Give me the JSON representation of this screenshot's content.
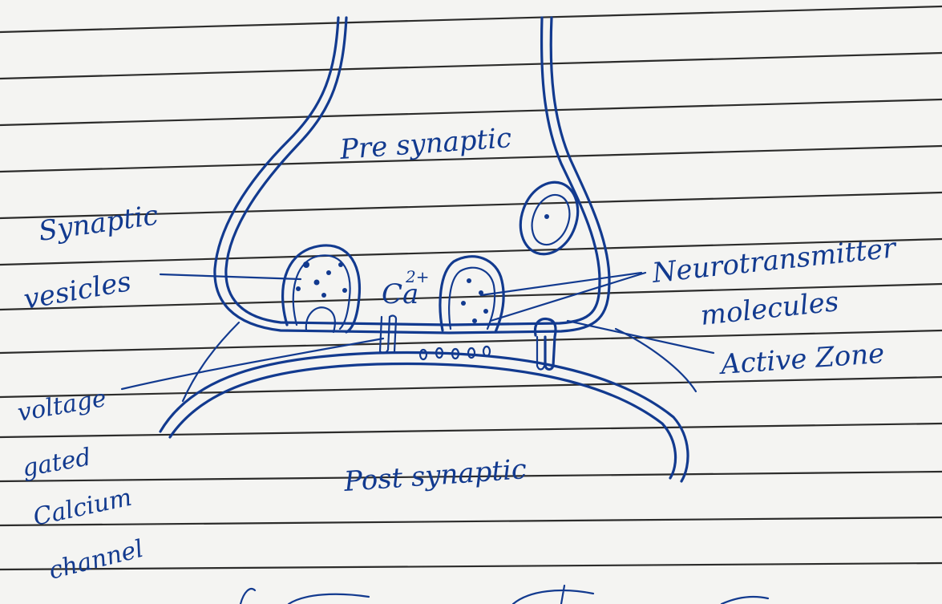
{
  "diagram": {
    "labels": {
      "presynaptic": "Pre synaptic",
      "postsynaptic": "Post synaptic",
      "synaptic_vesicles_line1": "Synaptic",
      "synaptic_vesicles_line2": "vesicles",
      "ca_symbol": "Ca",
      "ca_charge": "2+",
      "neurotransmitter_line1": "Neurotransmitter",
      "neurotransmitter_line2": "molecules",
      "active_zone": "Active Zone",
      "channel_line1": "voltage",
      "channel_line2": "gated",
      "channel_line3": "Calcium",
      "channel_line4": "channel"
    },
    "colors": {
      "ink": "#123a8f",
      "paper": "#f4f4f2",
      "rule": "#1a1a1a"
    }
  }
}
